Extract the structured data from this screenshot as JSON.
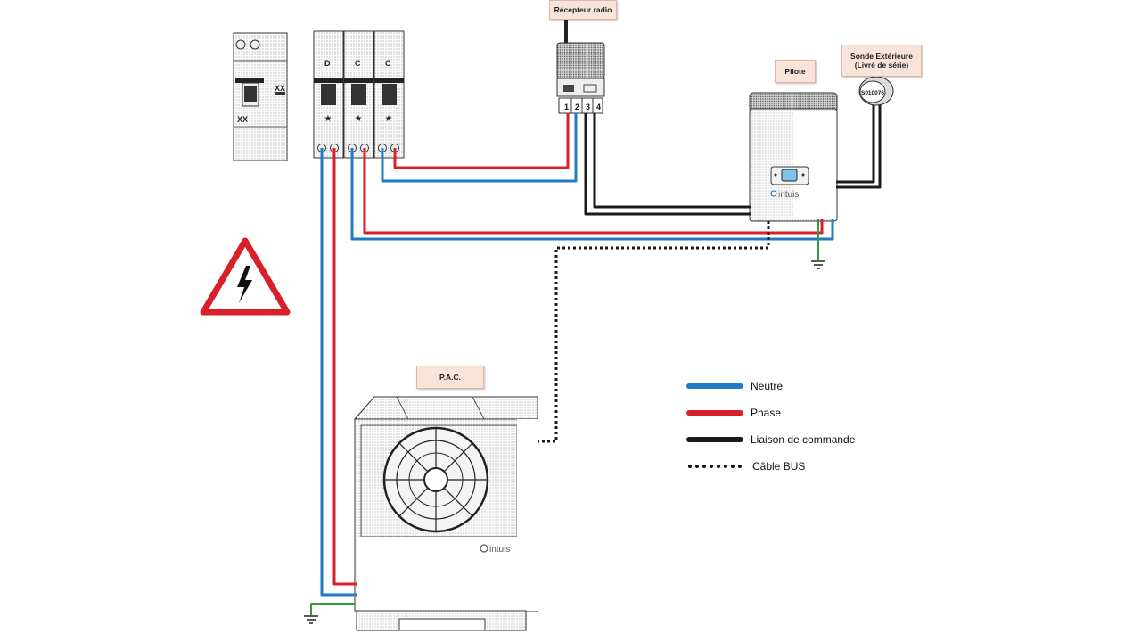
{
  "labels": {
    "radio_receiver": "Récepteur radio",
    "pilot": "Pilote",
    "outdoor_sensor_line1": "Sonde Extérieure",
    "outdoor_sensor_line2": "(Livré de série)",
    "heat_pump": "P.A.C."
  },
  "breaker_labels": {
    "main_a": "XX",
    "main_b": "XX",
    "b1": "D",
    "b2": "C",
    "b3": "C"
  },
  "terminals": [
    "1",
    "2",
    "3",
    "4"
  ],
  "sensor_code": "S010076",
  "brand": "intuis",
  "legend": [
    {
      "label": "Neutre",
      "color": "#1f7bc6",
      "style": "solid"
    },
    {
      "label": "Phase",
      "color": "#d81f2a",
      "style": "solid"
    },
    {
      "label": "Liaison de commande",
      "color": "#1a1a1a",
      "style": "solid"
    },
    {
      "label": "Câble BUS",
      "color": "#1a1a1a",
      "style": "dotted"
    }
  ],
  "colors": {
    "neutral": "#1f7bc6",
    "phase": "#d81f2a",
    "command": "#1a1a1a",
    "earth": "#2e9e3a",
    "warning": "#d81f2a"
  }
}
